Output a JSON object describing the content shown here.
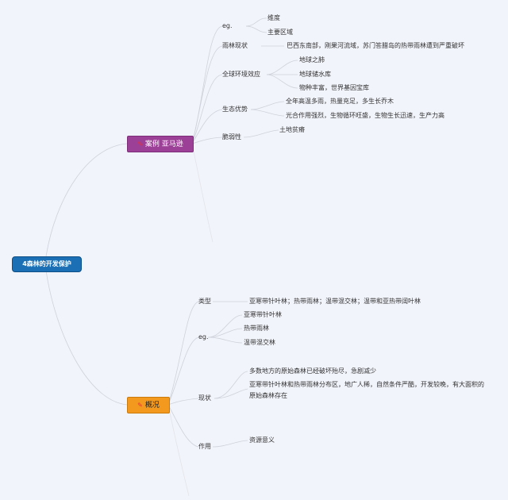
{
  "root": {
    "label": "4森林的开发保护"
  },
  "branch_amazon": {
    "label": "案例 亚马逊",
    "icon": "pencil-icon",
    "children": {
      "eg": {
        "label": "eg.",
        "items": [
          "维度",
          "主要区域"
        ]
      },
      "status": {
        "label": "雨林现状",
        "items": [
          "巴西东南部，刚果河流域，苏门答腊岛的热带雨林遭到严重破坏"
        ]
      },
      "global": {
        "label": "全球环境效应",
        "items": [
          "地球之肺",
          "地球储水库",
          "物种丰富，世界基因宝库"
        ]
      },
      "advantage": {
        "label": "生态优势",
        "items": [
          "全年高温多雨，热量充足，多生长乔木",
          "光合作用强烈，生物循环旺盛，生物生长迅速，生产力高"
        ]
      },
      "fragile": {
        "label": "脆弱性",
        "items": [
          "土地贫瘠"
        ]
      }
    }
  },
  "branch_overview": {
    "label": "概况",
    "icon": "pencil-icon",
    "children": {
      "type": {
        "label": "类型",
        "items": [
          "亚寒带针叶林；热带雨林；温带混交林；温带和亚热带阔叶林"
        ]
      },
      "eg": {
        "label": "eg.",
        "items": [
          "亚寒带针叶林",
          "热带雨林",
          "温带混交林"
        ]
      },
      "status": {
        "label": "现状",
        "items": [
          "多数地方的原始森林已经破坏殆尽，急剧减少",
          "亚寒带针叶林和热带雨林分布区，地广人稀，自然条件严酷，开发较晚，有大面积的原始森林存在"
        ]
      },
      "role": {
        "label": "作用",
        "items": [
          "资源意义"
        ]
      }
    }
  },
  "colors": {
    "background": "#f2f4fb",
    "root": "#1b6fb4",
    "amazon": "#9c3f96",
    "overview": "#f39a1e",
    "line": "#c8ccd6",
    "icon": "#e8323a"
  }
}
